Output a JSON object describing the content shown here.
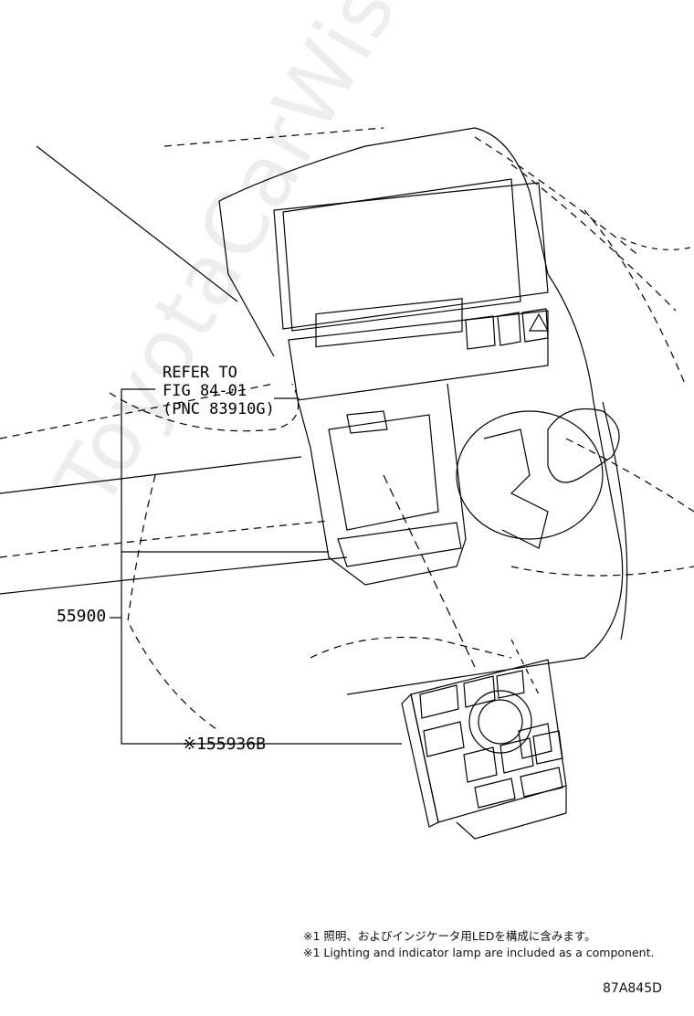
{
  "diagram": {
    "refer_label": [
      "REFER TO",
      "FIG 84-01",
      "(PNC 83910G)"
    ],
    "part_number_1": "55900",
    "part_number_2": "※155936B",
    "note_japanese": "※1 照明、およびインジケータ用LEDを構成に含みます。",
    "note_english": "※1 Lighting and indicator lamp are included as a component.",
    "diagram_code": "87A845D",
    "watermark": "ToyotaCarWiseru"
  }
}
